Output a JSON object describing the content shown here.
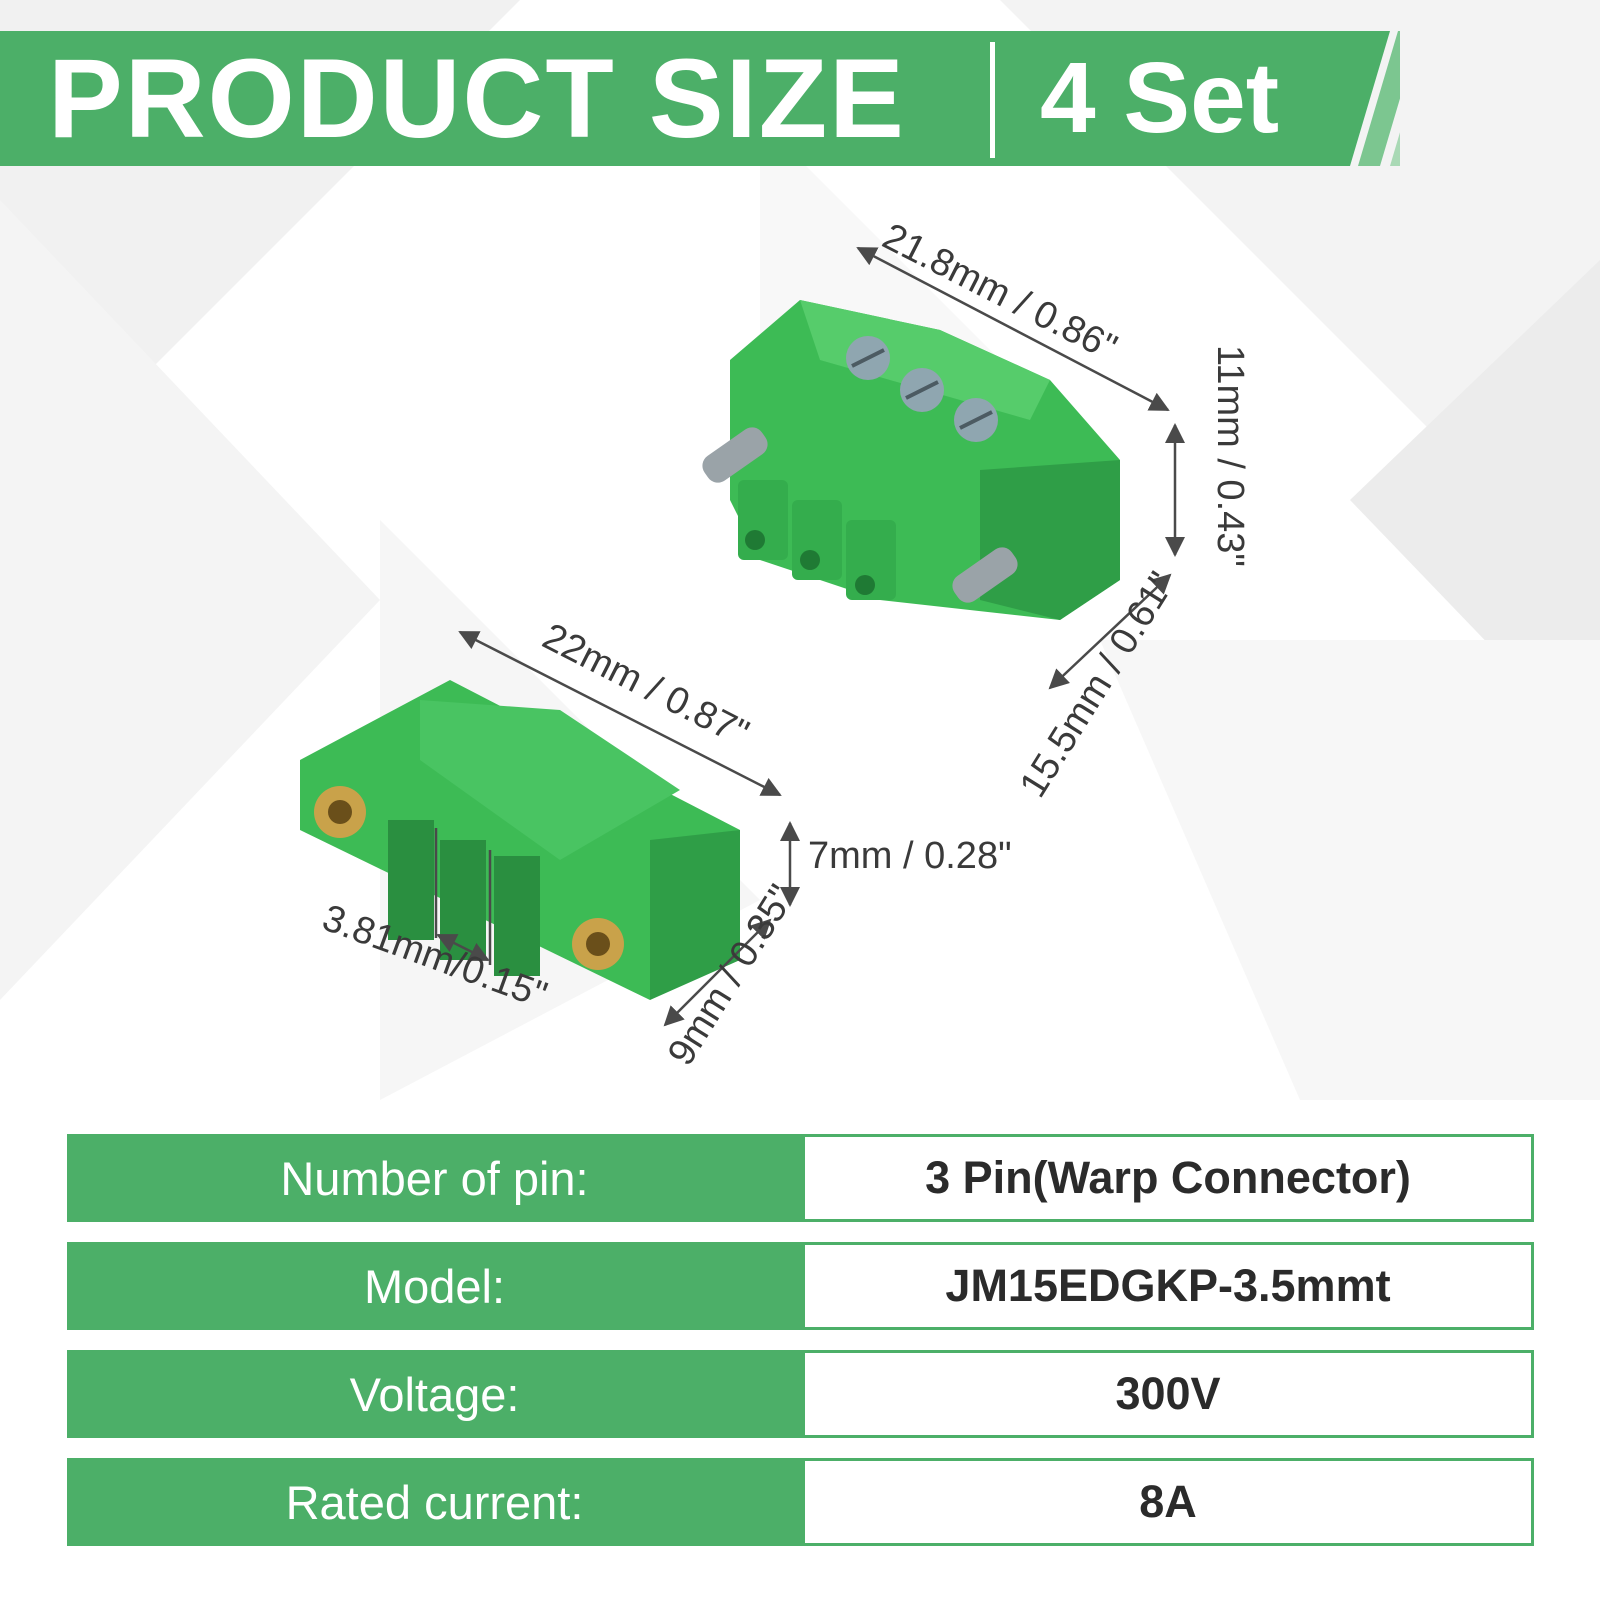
{
  "header": {
    "title": "PRODUCT SIZE",
    "subtitle": "4 Set"
  },
  "dimensions": {
    "plug_width": "21.8mm / 0.86\"",
    "plug_height": "11mm / 0.43\"",
    "plug_depth": "15.5mm / 0.61\"",
    "socket_width": "22mm / 0.87\"",
    "socket_height": "7mm / 0.28\"",
    "socket_depth": "9mm / 0.35\"",
    "pin_pitch": "3.81mm/0.15\""
  },
  "specs": [
    {
      "key": "Number of pin:",
      "value": "3 Pin(Warp Connector)"
    },
    {
      "key": "Model:",
      "value": "JM15EDGKP-3.5mmt"
    },
    {
      "key": "Voltage:",
      "value": "300V"
    },
    {
      "key": "Rated current:",
      "value": "8A"
    }
  ],
  "colors": {
    "brand_green": "#4caf68",
    "connector_green": "#3dbb55"
  }
}
